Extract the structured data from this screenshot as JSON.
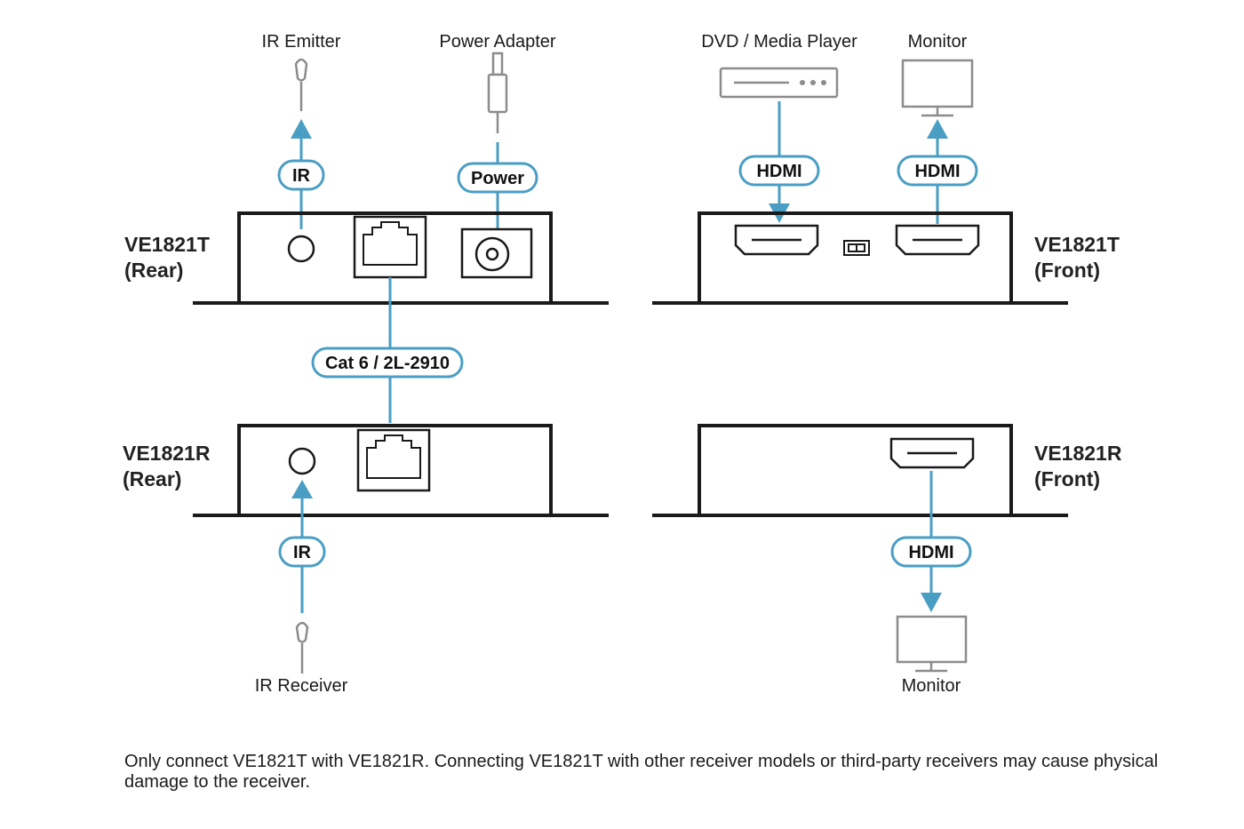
{
  "colors": {
    "accent": "#4a9ec4",
    "device_outline": "#1a1a1a",
    "peripheral_outline": "#8c8c8c"
  },
  "labels": {
    "ir_emitter": "IR Emitter",
    "power_adapter": "Power Adapter",
    "dvd_player": "DVD / Media Player",
    "monitor_top": "Monitor",
    "ir_receiver": "IR Receiver",
    "monitor_bottom": "Monitor"
  },
  "devices": {
    "tx_rear_model": "VE1821T",
    "tx_rear_side": "(Rear)",
    "tx_front_model": "VE1821T",
    "tx_front_side": "(Front)",
    "rx_rear_model": "VE1821R",
    "rx_rear_side": "(Rear)",
    "rx_front_model": "VE1821R",
    "rx_front_side": "(Front)"
  },
  "connections": {
    "ir_tx": "IR",
    "power": "Power",
    "hdmi_in": "HDMI",
    "hdmi_out": "HDMI",
    "cable": "Cat 6 / 2L-2910",
    "ir_rx": "IR",
    "hdmi_rx": "HDMI"
  },
  "icons": {
    "ir_emitter": "ir-emitter-icon",
    "power_adapter": "power-plug-icon",
    "dvd_player": "media-player-icon",
    "monitor": "monitor-icon",
    "ir_receiver": "ir-receiver-icon",
    "rj45": "rj45-port-icon",
    "hdmi": "hdmi-port-icon",
    "dc_jack": "dc-jack-icon",
    "switch": "dip-switch-icon"
  },
  "note": "Only connect VE1821T with VE1821R. Connecting VE1821T with other receiver models or third-party receivers may cause physical damage to the receiver."
}
